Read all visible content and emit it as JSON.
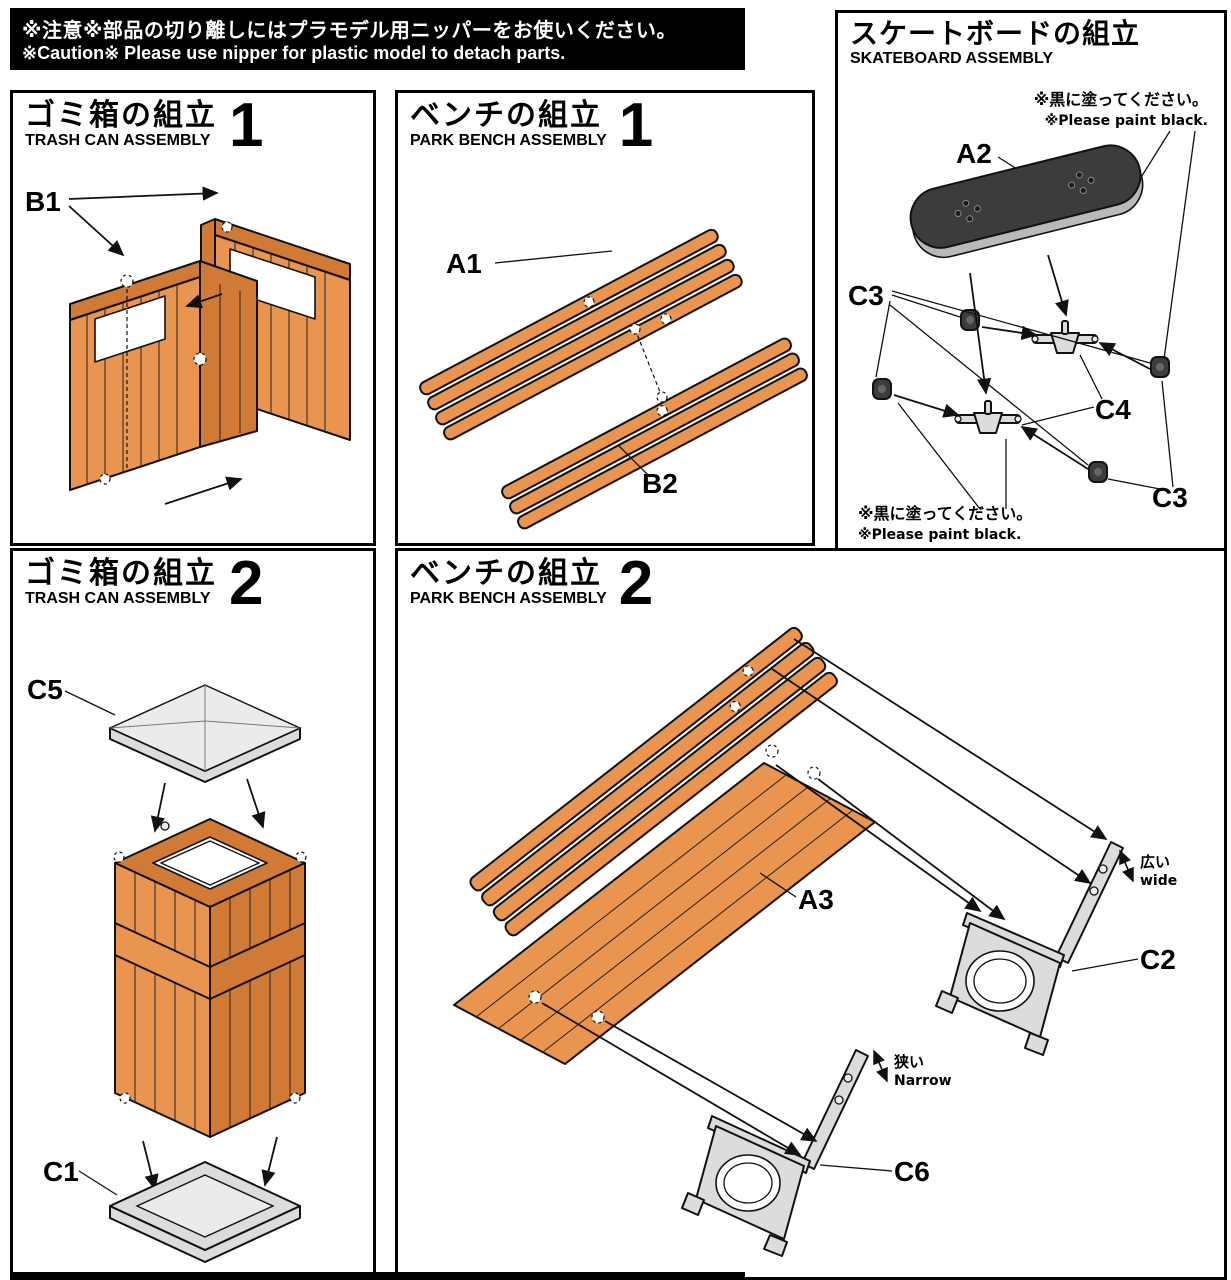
{
  "caution": {
    "jp": "※注意※部品の切り離しにはプラモデル用ニッパーをお使いください。",
    "en": "※Caution※  Please use nipper for plastic model to detach parts."
  },
  "panels": {
    "trash1": {
      "title_jp": "ゴミ箱の組立",
      "title_en": "TRASH CAN ASSEMBLY",
      "step": "1",
      "label_b1": "B1"
    },
    "bench1": {
      "title_jp": "ベンチの組立",
      "title_en": "PARK BENCH ASSEMBLY",
      "step": "1",
      "label_a1": "A1",
      "label_b2": "B2"
    },
    "skateboard": {
      "title_jp": "スケートボードの組立",
      "title_en": "SKATEBOARD ASSEMBLY",
      "note_top_jp": "※黒に塗ってください。",
      "note_top_en": "※Please paint black.",
      "note_bottom_jp": "※黒に塗ってください。",
      "note_bottom_en": "※Please paint black.",
      "label_a2": "A2",
      "label_c3_left": "C3",
      "label_c4": "C4",
      "label_c3_right": "C3"
    },
    "trash2": {
      "title_jp": "ゴミ箱の組立",
      "title_en": "TRASH CAN ASSEMBLY",
      "step": "2",
      "label_c5": "C5",
      "label_c1": "C1"
    },
    "bench2": {
      "title_jp": "ベンチの組立",
      "title_en": "PARK BENCH ASSEMBLY",
      "step": "2",
      "label_a3": "A3",
      "label_c2": "C2",
      "label_c6": "C6",
      "wide_jp": "広い",
      "wide_en": "wide",
      "narrow_jp": "狭い",
      "narrow_en": "Narrow"
    }
  },
  "colors": {
    "wood": "#E9954F",
    "wood_dark": "#D17A36",
    "gray_part": "#DCDCDC",
    "deck_black": "#3C3C3C",
    "ink": "#111111",
    "banner_bg": "#000000"
  }
}
